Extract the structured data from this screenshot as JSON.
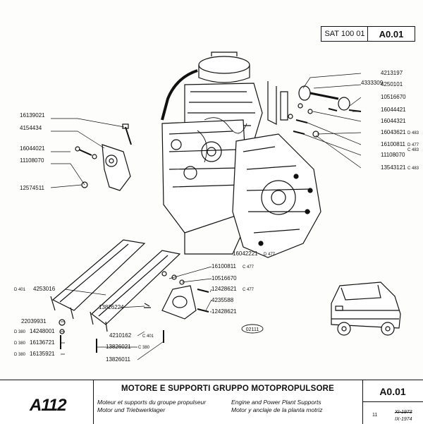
{
  "header": {
    "sat_label": "SAT 100 01",
    "plate_code": "A0.01"
  },
  "callouts": {
    "left": [
      "16139021",
      "4154434",
      "16044021",
      "11108070",
      "12574511"
    ],
    "top_right": [
      "4213197",
      "4333309",
      "4250101",
      "10516670",
      "16044421",
      "16044321",
      "16043621",
      "16100811",
      "11108070",
      "13543121"
    ],
    "top_right_notes": {
      "d483_a": "D 483",
      "d477": "D 477",
      "c483_a": "C 483",
      "c483_b": "C 483"
    },
    "lower_right": [
      "16042221",
      "16100811",
      "10516670",
      "12428621",
      "4235588",
      "12428621"
    ],
    "lower_right_notes": {
      "d477": "D 477",
      "c477_a": "C 477",
      "c477_b": "C 477"
    },
    "lower_left": [
      "4253016",
      "22039931",
      "14248001",
      "16136721",
      "16135921",
      "13826224",
      "4210162",
      "13826021",
      "13826011"
    ],
    "lower_left_notes": {
      "d401": "D 401",
      "d380_a": "D 380",
      "d380_b": "D 380",
      "d380_c": "D 380",
      "c401": "C 401",
      "c380": "C 380"
    },
    "drawing_ref": "02111"
  },
  "footer": {
    "model": "A112",
    "title": "MOTORE E SUPPORTI GRUPPO MOTOPROPULSORE",
    "subtitles": {
      "fr": "Moteur et supports du groupe propulseur",
      "de": "Motor und Triebwerklager",
      "en": "Engine and Power Plant Supports",
      "es": "Motor y anclaje de la planta motriz"
    },
    "code": "A0.01",
    "date_old": "XI-1973",
    "date_new": "IX-1974",
    "page": "11"
  }
}
